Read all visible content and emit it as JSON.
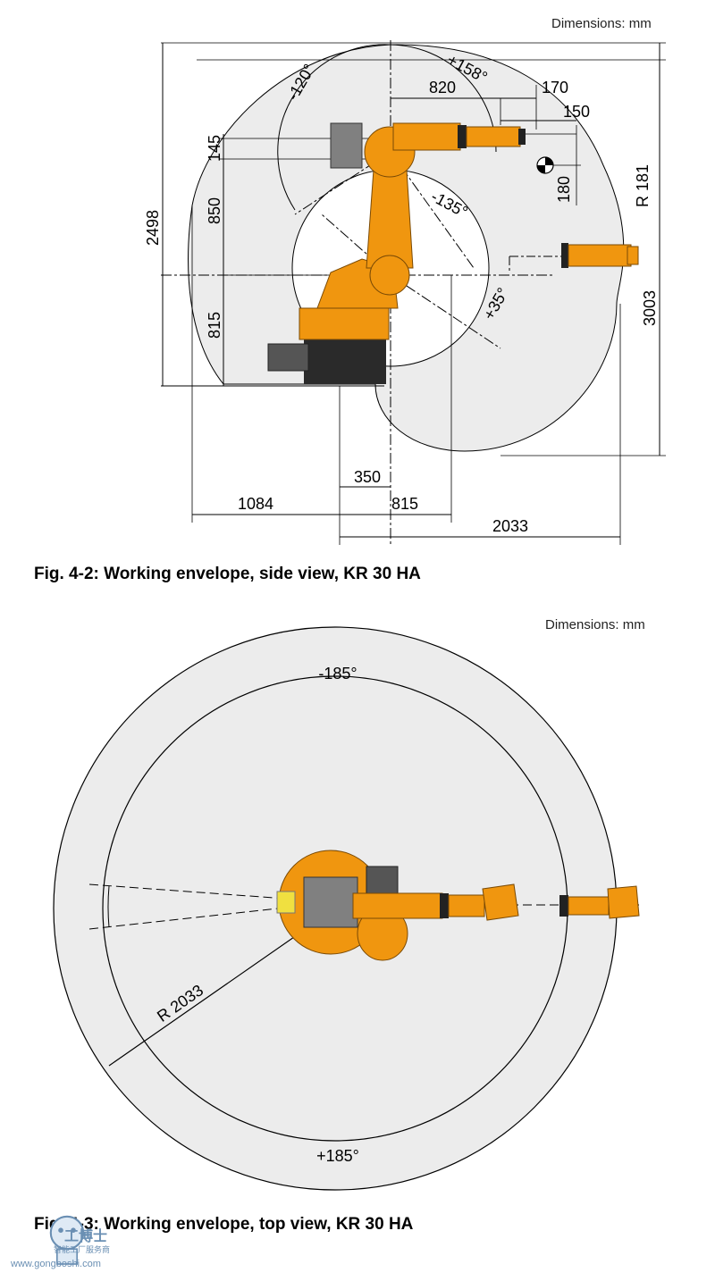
{
  "figures": [
    {
      "unit_note": "Dimensions: mm",
      "caption": "Fig. 4-2: Working envelope, side view, KR 30 HA",
      "dimensions": [
        "2498",
        "145",
        "850",
        "815",
        "820",
        "170",
        "150",
        "180",
        "R 181",
        "3003",
        "350",
        "815",
        "1084",
        "2033"
      ],
      "angles": [
        "-120°",
        "+158°",
        "-135°",
        "+35°"
      ]
    },
    {
      "unit_note": "Dimensions: mm",
      "caption": "Fig. 4-3: Working envelope, top view, KR 30 HA",
      "angles": [
        "-185°",
        "+185°"
      ],
      "radius_label": "R 2033"
    }
  ],
  "watermark": {
    "brand": "工博士",
    "slogan": "智能工厂服务商",
    "url": "www.gongboshi.com"
  },
  "colors": {
    "robot_orange": "#f0960f",
    "envelope_fill": "#ececec",
    "motor_gray": "#808080",
    "base_black": "#2a2a2a"
  }
}
